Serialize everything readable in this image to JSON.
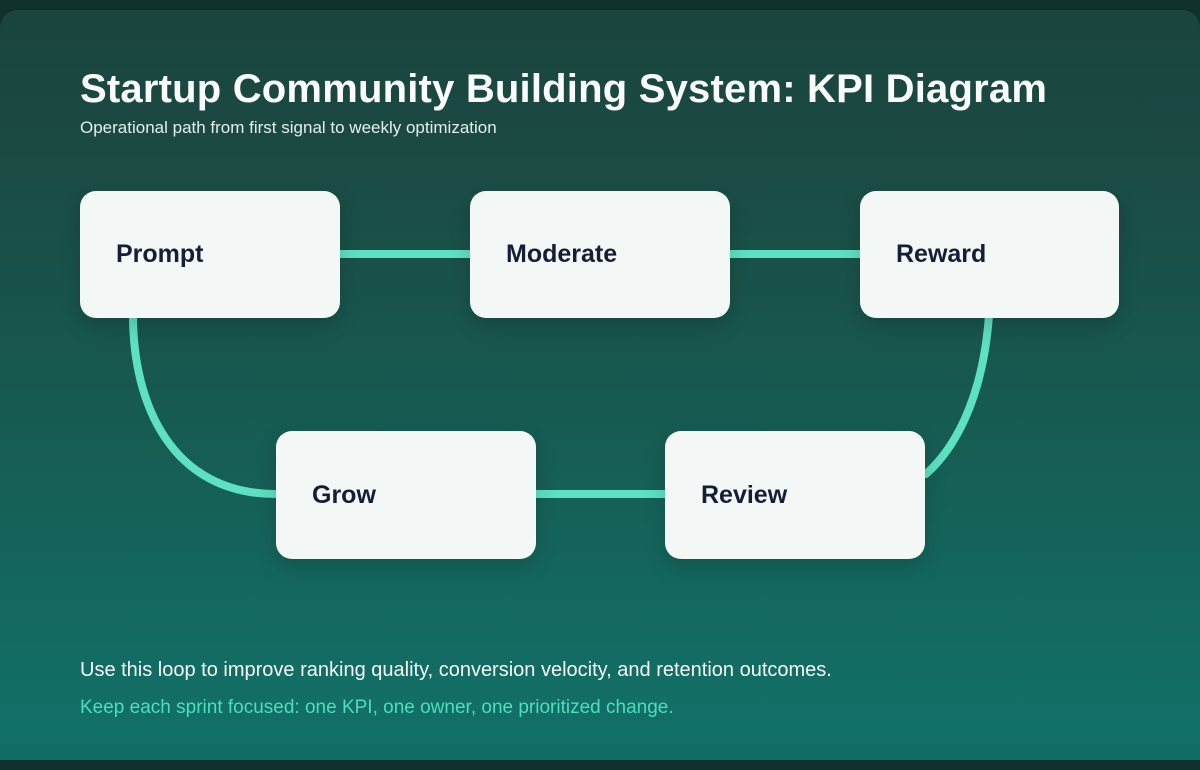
{
  "header": {
    "title": "Startup Community Building System: KPI Diagram",
    "subtitle": "Operational path from first signal to weekly optimization"
  },
  "diagram": {
    "nodes": [
      {
        "id": "prompt",
        "label": "Prompt"
      },
      {
        "id": "moderate",
        "label": "Moderate"
      },
      {
        "id": "reward",
        "label": "Reward"
      },
      {
        "id": "grow",
        "label": "Grow"
      },
      {
        "id": "review",
        "label": "Review"
      }
    ],
    "edges": [
      [
        "Prompt",
        "Moderate"
      ],
      [
        "Moderate",
        "Reward"
      ],
      [
        "Reward",
        "Review"
      ],
      [
        "Review",
        "Grow"
      ],
      [
        "Grow",
        "Prompt"
      ]
    ]
  },
  "footer": {
    "line1": "Use this loop to improve ranking quality, conversion velocity, and retention outcomes.",
    "line2": "Keep each sprint focused: one KPI, one owner, one prioritized change."
  },
  "colors": {
    "background_outer": "#10302b",
    "background_top": "#1b4a43",
    "background_bottom": "#117068",
    "node_fill": "#f3f7f5",
    "node_text": "#141e37",
    "connector": "#5ee0c2",
    "title_text": "#fafcfb",
    "accent_text": "#4bdfbe"
  }
}
